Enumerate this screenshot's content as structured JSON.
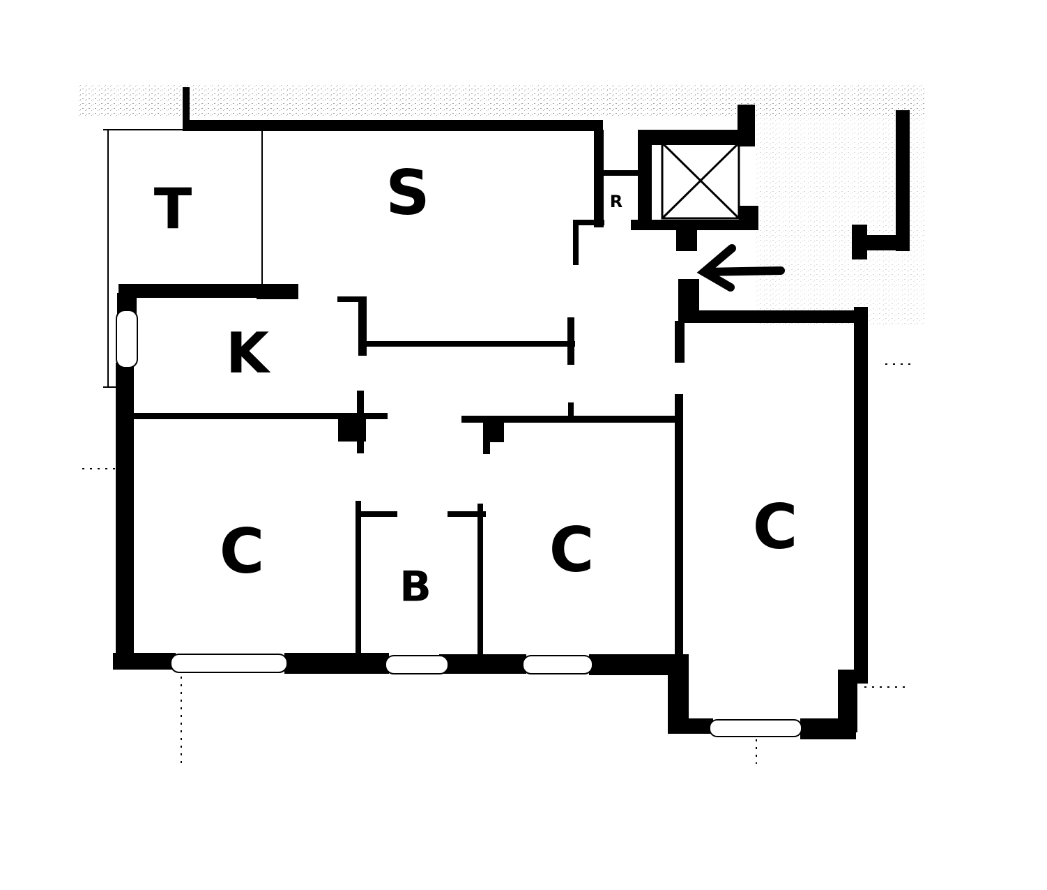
{
  "rooms": {
    "t": "T",
    "s": "S",
    "r": "R",
    "k": "K",
    "c1": "C",
    "b": "B",
    "c2": "C",
    "c3": "C"
  },
  "colors": {
    "wall": "#000000",
    "paper": "#ffffff",
    "speckle": "#9a9a9a"
  }
}
